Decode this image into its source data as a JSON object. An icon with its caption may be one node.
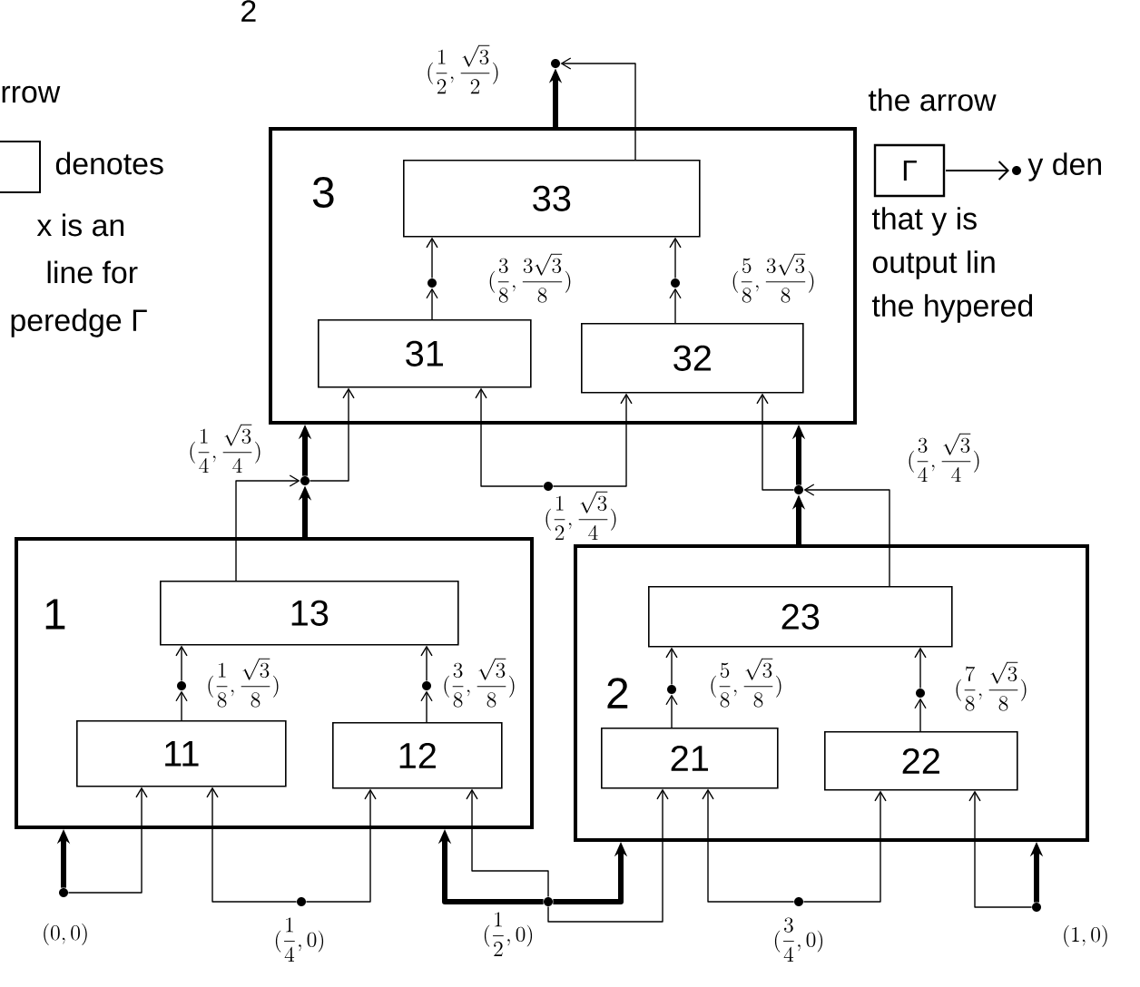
{
  "diagram": {
    "nodes": [
      {
        "text": [
          "3"
        ]
      },
      {
        "text": [
          "33"
        ],
        "in": 0
      },
      {
        "text": [
          "31"
        ],
        "in": 0
      },
      {
        "text": [
          "32"
        ],
        "in": 0
      },
      {
        "text": [
          "1"
        ]
      },
      {
        "text": [
          "13"
        ],
        "in": 4
      },
      {
        "text": [
          "11"
        ],
        "in": 4
      },
      {
        "text": [
          "12"
        ],
        "in": 4
      },
      {
        "text": [
          "2"
        ]
      },
      {
        "text": [
          "23"
        ],
        "in": 8
      },
      {
        "text": [
          "21"
        ],
        "in": 8
      },
      {
        "text": [
          "22"
        ],
        "in": 8
      },
      {
        "text": [],
        "shape": "circle",
        "beside": [
          "(0,0)"
        ]
      },
      {
        "text": [],
        "shape": "circle",
        "beside": [
          "(\\frac{1}{4},0)"
        ]
      },
      {
        "text": [],
        "shape": "circle",
        "beside": [
          "(\\frac{1}{2},0)"
        ]
      },
      {
        "text": [],
        "shape": "circle",
        "beside": [
          "(\\frac{3}{4},0)"
        ]
      },
      {
        "text": [],
        "shape": "circle",
        "beside": [
          "(1,0)"
        ]
      },
      {
        "text": [],
        "shape": "circle",
        "beside": [
          "(\\frac{1}{4},\\frac{\\sqrt{3}}{4})"
        ]
      },
      {
        "text": [],
        "shape": "circle",
        "beside": [
          "(\\frac{1}{2},\\frac{\\sqrt{3}}{4})"
        ]
      },
      {
        "text": [],
        "shape": "circle"
      },
      {
        "text": [],
        "shape": "circle",
        "beside": [
          "(\\frac{1}{2},\\frac{\\sqrt{3}}{2})"
        ]
      },
      {
        "text": [],
        "shape": "circle",
        "in": 4,
        "beside": [
          "(\\frac{1}{8},\\frac{\\sqrt{3}}{8})"
        ]
      },
      {
        "text": [],
        "shape": "circle",
        "in": 4,
        "beside": [
          "(\\frac{3}{8},\\frac{\\sqrt{3}}{8})"
        ]
      },
      {
        "text": [],
        "shape": "circle",
        "in": 8
      },
      {
        "text": [],
        "shape": "circle",
        "in": 8
      },
      {
        "text": [],
        "shape": "circle",
        "in": 0
      },
      {
        "text": [],
        "shape": "circle",
        "in": 0
      }
    ],
    "edges": [
      {
        "from": 12,
        "to": 4,
        "arrow": "to",
        "style": "thick"
      },
      {
        "from": 12,
        "to": 6,
        "arrow": "to"
      },
      {
        "from": 13,
        "to": 6,
        "arrow": "to"
      },
      {
        "from": 13,
        "to": 7,
        "arrow": "to"
      },
      {
        "from": 14,
        "to": 4,
        "arrow": "to",
        "style": "thick"
      },
      {
        "from": 14,
        "to": 7,
        "arrow": "to"
      },
      {
        "from": 14,
        "to": 10,
        "arrow": "to"
      },
      {
        "from": 14,
        "to": 8,
        "arrow": "to",
        "style": "thick"
      },
      {
        "from": 15,
        "to": 10,
        "arrow": "to"
      },
      {
        "from": 15,
        "to": 11,
        "arrow": "to"
      },
      {
        "from": 16,
        "to": 8,
        "arrow": "to",
        "style": "thick"
      },
      {
        "from": 16,
        "to": 11,
        "arrow": "to"
      },
      {
        "from": 6,
        "to": 21,
        "arrow": "to"
      },
      {
        "from": 21,
        "to": 5,
        "arrow": "to"
      },
      {
        "from": 7,
        "to": 22,
        "arrow": "to"
      },
      {
        "from": 22,
        "to": 5,
        "arrow": "to"
      },
      {
        "from": 10,
        "to": 23,
        "arrow": "to"
      },
      {
        "from": 23,
        "to": 9,
        "arrow": "to"
      },
      {
        "from": 11,
        "to": 24,
        "arrow": "to"
      },
      {
        "from": 24,
        "to": 9,
        "arrow": "to"
      },
      {
        "from": 2,
        "to": 25,
        "arrow": "to"
      },
      {
        "from": 25,
        "to": 1,
        "arrow": "to"
      },
      {
        "from": 3,
        "to": 26,
        "arrow": "to"
      },
      {
        "from": 26,
        "to": 1,
        "arrow": "to"
      },
      {
        "from": 5,
        "to": 17,
        "arrow": "to"
      },
      {
        "from": 4,
        "to": 17,
        "arrow": "to",
        "style": "thick"
      },
      {
        "from": 17,
        "to": 0,
        "arrow": "to",
        "style": "thick"
      },
      {
        "from": 17,
        "to": 2,
        "arrow": "to"
      },
      {
        "from": 18,
        "to": 2,
        "arrow": "to"
      },
      {
        "from": 18,
        "to": 3,
        "arrow": "to"
      },
      {
        "from": 8,
        "to": 19,
        "arrow": "to",
        "style": "thick"
      },
      {
        "from": 9,
        "to": 19,
        "arrow": "to"
      },
      {
        "from": 19,
        "to": 0,
        "arrow": "to",
        "style": "thick"
      },
      {
        "from": 19,
        "to": 3,
        "arrow": "to"
      },
      {
        "from": 0,
        "to": 20,
        "arrow": "to",
        "style": "thick"
      },
      {
        "from": 1,
        "to": 20,
        "arrow": "to"
      }
    ],
    "labels": [
      "2",
      "rrow",
      "the arrow",
      "denotes",
      "Γ",
      "y den",
      "x is an",
      "that y is",
      "line for",
      "output lin",
      "peredge Γ",
      "the hypered",
      "(\\frac{3}{8},\\frac{3\\sqrt{3}}{8})",
      "(\\frac{5}{8},\\frac{3\\sqrt{3}}{8})",
      "(\\frac{3}{4},\\frac{\\sqrt{3}}{4})",
      "(\\frac{5}{8},\\frac{\\sqrt{3}}{8})",
      "(\\frac{7}{8},\\frac{\\sqrt{3}}{8})"
    ]
  }
}
